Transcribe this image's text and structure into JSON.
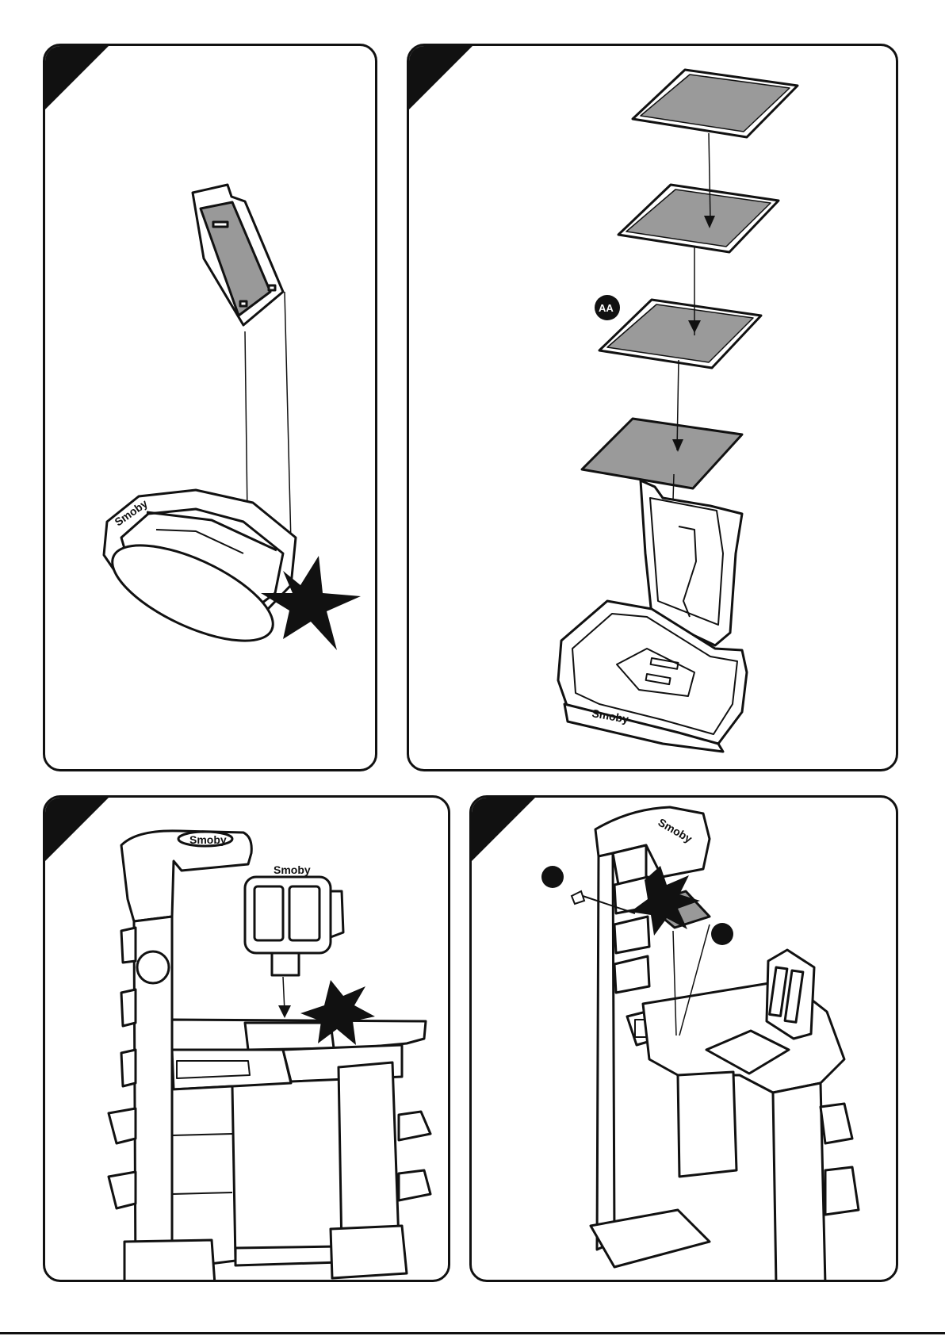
{
  "document": {
    "panels": [
      {
        "id": "panel-1",
        "brand_label": "Smoby"
      },
      {
        "id": "panel-2",
        "badge_label": "AA",
        "brand_label": "Smoby"
      },
      {
        "id": "panel-3",
        "brand_label": "Smoby"
      },
      {
        "id": "panel-4",
        "brand_label": "Smoby"
      }
    ],
    "icons": [
      "corner-step-marker",
      "star-burst-icon",
      "arrow-down-icon",
      "battery-badge-icon",
      "screw-icon"
    ],
    "colors": {
      "ink": "#111111",
      "panel_fill": "#ffffff",
      "part_gray": "#9a9a9a"
    }
  }
}
